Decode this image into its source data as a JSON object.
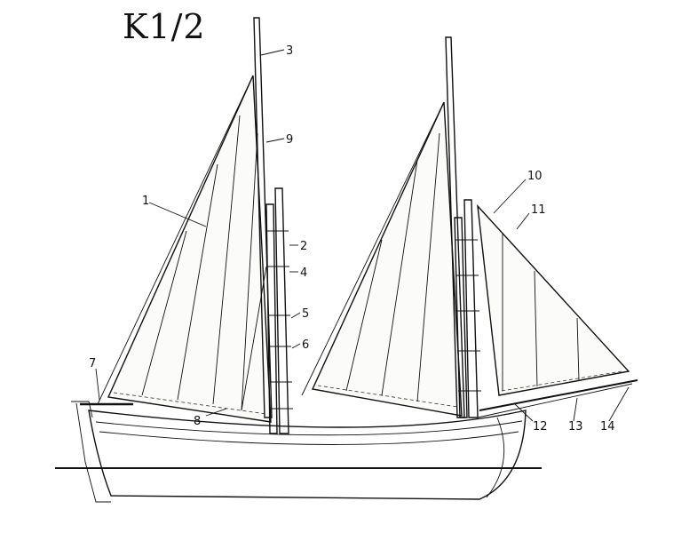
{
  "title": "K1/2",
  "labels": [
    "1",
    "2",
    "3",
    "4",
    "5",
    "6",
    "7",
    "8",
    "9",
    "10",
    "11",
    "12",
    "13",
    "14"
  ]
}
